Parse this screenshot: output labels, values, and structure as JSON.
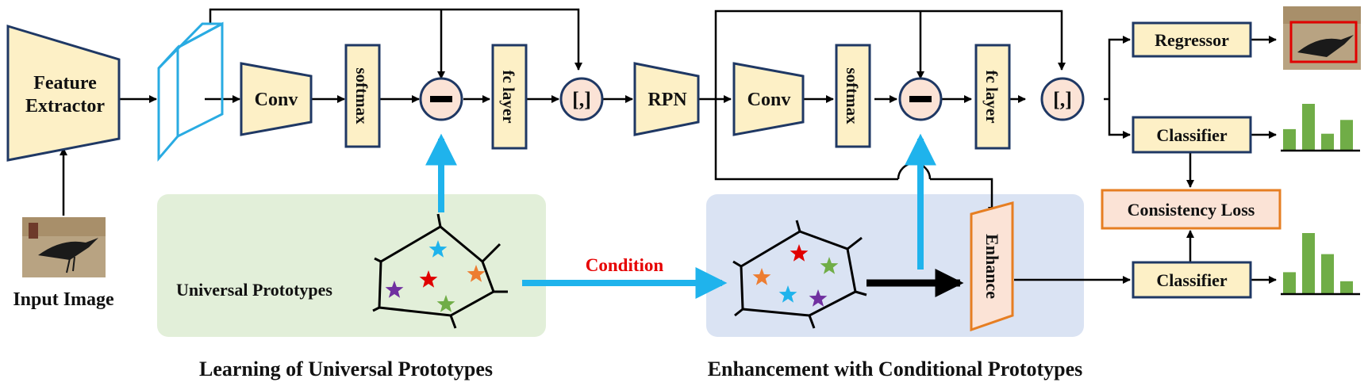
{
  "blocks": {
    "feature_extractor": {
      "line1": "Feature",
      "line2": "Extractor"
    },
    "conv_1": "Conv",
    "softmax_1": "softmax",
    "subtract_1": "−",
    "fc_layer_1": "fc layer",
    "concat_1": "[,]",
    "rpn": "RPN",
    "conv_2": "Conv",
    "softmax_2": "softmax",
    "subtract_2": "−",
    "fc_layer_2": "fc layer",
    "concat_2": "[,]",
    "regressor": "Regressor",
    "classifier_top": "Classifier",
    "classifier_bottom": "Classifier",
    "consistency_loss": "Consistency Loss",
    "enhance": "Enhance"
  },
  "labels": {
    "input_image": "Input Image",
    "universal_prototypes": "Universal Prototypes",
    "condition": "Condition"
  },
  "sections": {
    "left_caption": "Learning of Universal Prototypes",
    "right_caption": "Enhancement with Conditional Prototypes"
  },
  "colors": {
    "block_fill": "#fdf0c6",
    "block_stroke": "#1f3864",
    "loss_stroke": "#e67e22",
    "feature_map_stroke": "#29abe2",
    "blue_arrow": "#1fb3ec",
    "condition_text": "#e60000",
    "green_panel": "#e2efd9",
    "blue_panel": "#dae3f3",
    "bar_green": "#70ad47",
    "subtract_fill": "#fbe3d6"
  },
  "stars": {
    "universal": [
      "blue",
      "red",
      "orange",
      "purple",
      "green"
    ],
    "conditional": [
      "red",
      "green",
      "orange",
      "blue",
      "purple"
    ]
  },
  "bars": {
    "top": [
      0.45,
      1.0,
      0.35,
      0.65
    ],
    "bottom": [
      0.35,
      1.0,
      0.65,
      0.2
    ]
  }
}
